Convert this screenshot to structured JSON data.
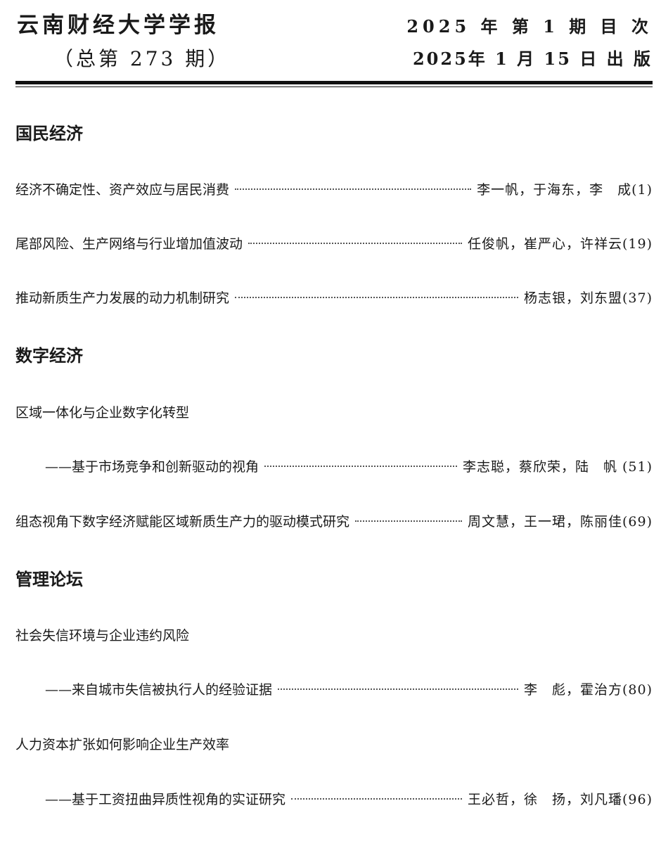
{
  "header": {
    "journal_title": "云南财经大学学报",
    "issue_total": "（总第 273 期）",
    "issue_line": "2025 年 第 1 期 目 次",
    "publish_date": "2025年 1 月 15 日 出 版"
  },
  "sections": [
    {
      "heading": "国民经济",
      "entries": [
        {
          "title": "经济不确定性、资产效应与居民消费",
          "authors": "李一帆，于海东，李　成(1)"
        },
        {
          "title": "尾部风险、生产网络与行业增加值波动",
          "authors": "任俊帆，崔严心，许祥云(19)"
        },
        {
          "title": "推动新质生产力发展的动力机制研究",
          "authors": "杨志银，刘东盟(37)"
        }
      ]
    },
    {
      "heading": "数字经济",
      "entries": [
        {
          "title": "区域一体化与企业数字化转型",
          "subtitle": "——基于市场竞争和创新驱动的视角",
          "authors": "李志聪，蔡欣荣，陆　帆 (51)"
        },
        {
          "title": "组态视角下数字经济赋能区域新质生产力的驱动模式研究",
          "authors": "周文慧，王一珺，陈丽佳(69)"
        }
      ]
    },
    {
      "heading": "管理论坛",
      "entries": [
        {
          "title": "社会失信环境与企业违约风险",
          "subtitle": "——来自城市失信被执行人的经验证据",
          "authors": "李　彪，霍治方(80)"
        },
        {
          "title": "人力资本扩张如何影响企业生产效率",
          "subtitle": "——基于工资扭曲异质性视角的实证研究",
          "authors": "王必哲，徐　扬，刘凡璠(96)"
        }
      ]
    }
  ]
}
